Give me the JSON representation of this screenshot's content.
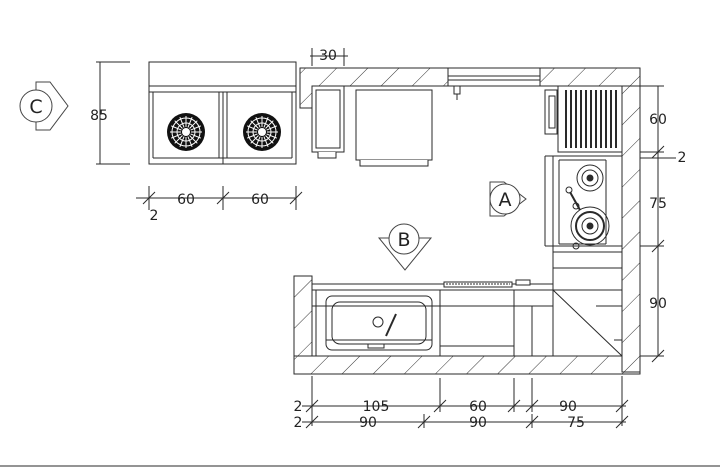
{
  "colors": {
    "background": "#ffffff",
    "line": "#2a2a2a",
    "hatch": "#333333",
    "marker": "#444444"
  },
  "view_markers": {
    "a": "A",
    "b": "B",
    "c": "C"
  },
  "dimensions": {
    "top_30": "30",
    "side_85": "85",
    "cabinet_60_left": "60",
    "cabinet_60_right": "60",
    "gap_2_left": "2",
    "right_60": "60",
    "right_2": "2",
    "right_75": "75",
    "right_90": "90",
    "bottom_2_a": "2",
    "bottom_105": "105",
    "bottom_60": "60",
    "bottom_90_a": "90",
    "bottom_2_b": "2",
    "bottom_90_b": "90",
    "bottom_90_c": "90",
    "bottom_75": "75"
  },
  "icons": {
    "burner": "gas-burner-icon",
    "sink": "sink-basin-icon",
    "fridge": "refrigerator-icon",
    "radiator": "radiator-icon"
  }
}
